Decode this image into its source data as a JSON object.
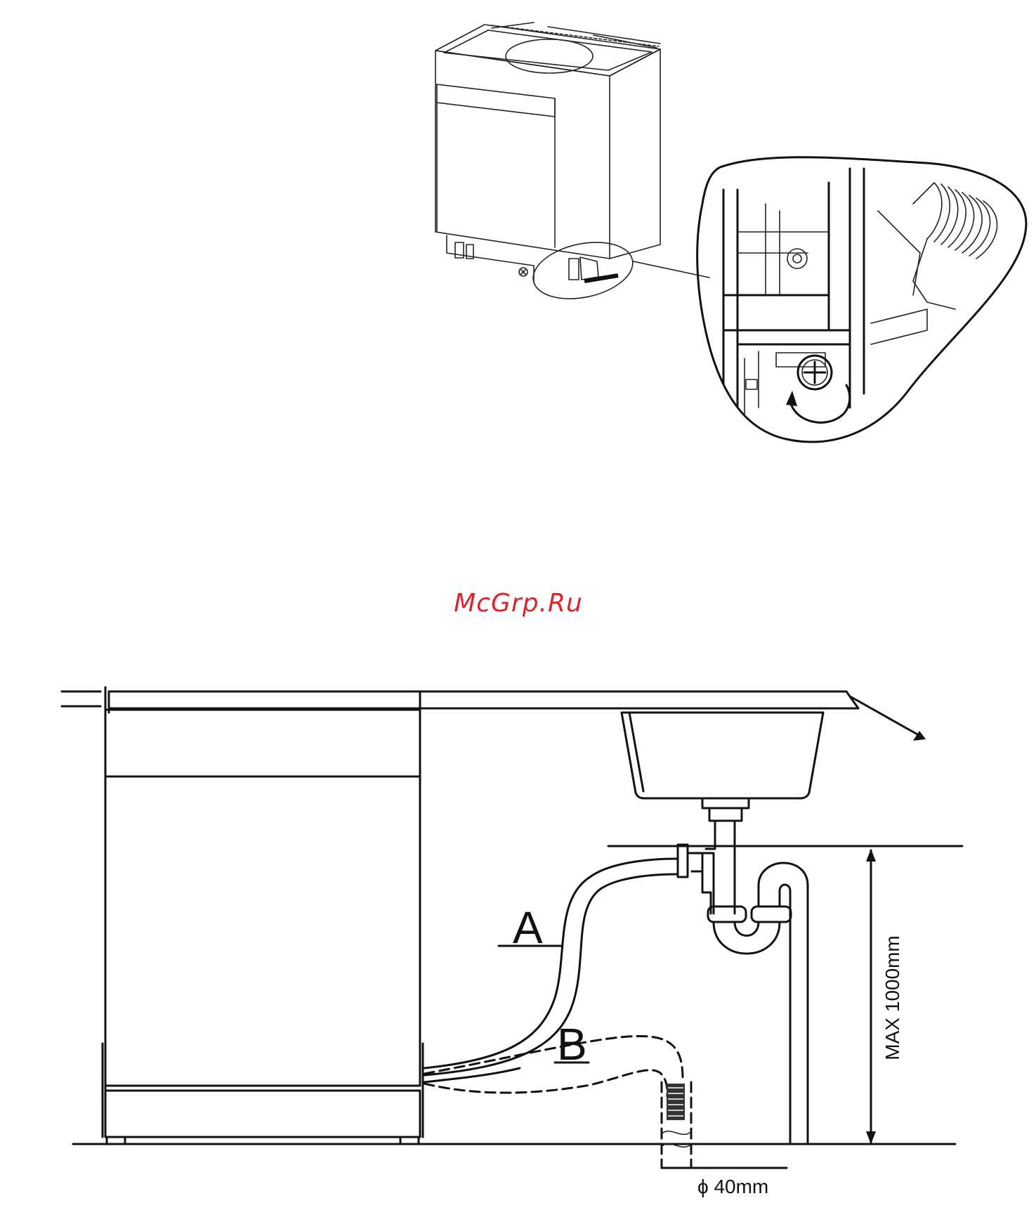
{
  "watermark": {
    "text": "McGrp.Ru",
    "color": "#d9262c"
  },
  "drain_diagram": {
    "label_a": "A",
    "label_b": "B",
    "height_limit": "MAX 1000mm",
    "pipe_diameter": "ϕ 40mm"
  },
  "colors": {
    "line": "#111111",
    "background": "#ffffff",
    "hatch": "#444444"
  }
}
